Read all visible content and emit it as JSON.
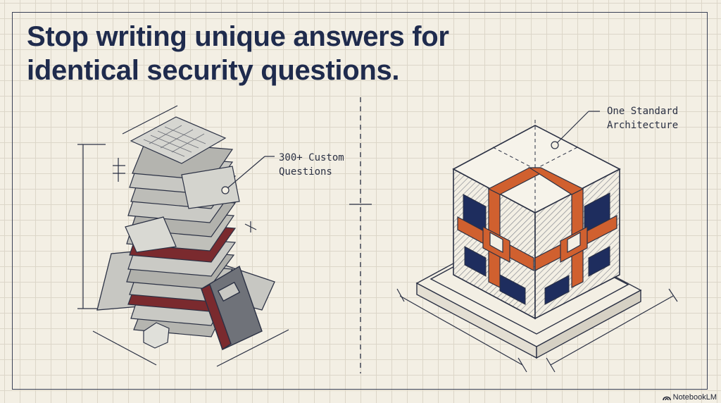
{
  "title": {
    "line1": "Stop writing unique answers for",
    "line2": "identical security questions."
  },
  "left": {
    "callout_line1": "300+ Custom",
    "callout_line2": "Questions"
  },
  "right": {
    "callout_line1": "One Standard",
    "callout_line2": "Architecture"
  },
  "badge": {
    "label": "NotebookLM",
    "icon": "notebooklm-logo-icon"
  },
  "colors": {
    "background": "#f3efe4",
    "ink": "#1f2b4d",
    "accent_orange": "#d0602f",
    "accent_navy": "#1e2d5e",
    "paper": "#b9b9b4",
    "maroon": "#7a2a2e"
  }
}
